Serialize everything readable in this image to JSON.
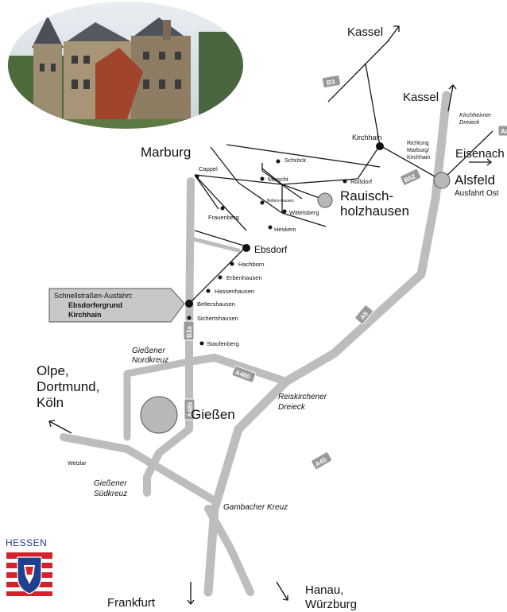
{
  "cities": {
    "marburg": "Marburg",
    "kassel_top": "Kassel",
    "kassel_right": "Kassel",
    "kirchhain": "Kirchhain",
    "alsfeld": "Alsfeld",
    "aufefahrt": "Ausfahrt Ost",
    "eisenach": "Eisenach",
    "rauisch_1": "Rauisch-",
    "rauisch_2": "holzhausen",
    "ebsdorf": "Ebsdorf",
    "giessen": "Gießen",
    "olpe_1": "Olpe,",
    "olpe_2": "Dortmund,",
    "olpe_3": "Köln",
    "frankfurt": "Frankfurt",
    "hanau_1": "Hanau,",
    "hanau_2": "Würzburg"
  },
  "villages": {
    "cappel": "Cappel",
    "schroeck": "Schröck",
    "moischt": "Moischt",
    "rossdorf": "Roßdorf",
    "beltershausen": "Belters-hausen",
    "wittelsberg": "Wittelsberg",
    "frauenberg": "Frauenberg",
    "heskem": "Heskem",
    "hachborn": "Hachborn",
    "erbenhausen": "Erbenhausen",
    "hassenhausen": "Hassenhausen",
    "beltershausen2": "Beltershausen",
    "sichertshausen": "Sichertshausen",
    "staufenberg": "Staufenberg",
    "wetzlar": "Wetzlar",
    "richtung_1": "Richtung",
    "richtung_2": "Marburg/",
    "richtung_3": "Kirchhain"
  },
  "junctions": {
    "kirchheimer_1": "Kirchheimer",
    "kirchheimer_2": "Dreieck",
    "nordkreuz_1": "Gießener",
    "nordkreuz_2": "Nordkreuz",
    "reiskirchen_1": "Reiskirchener",
    "reiskirchen_2": "Dreieck",
    "suedkreuz_1": "Gießener",
    "suedkreuz_2": "Südkreuz",
    "gambach": "Gambacher Kreuz"
  },
  "callout": {
    "line1": "Schnellstraßen-Ausfahrt:",
    "line2": "Ebsdorfergrund",
    "line3": "Kirchhain"
  },
  "roads": {
    "b3": "B3",
    "b62": "B62",
    "b3_south": "B3a",
    "a480": "A480",
    "a485": "A485",
    "a5": "A5",
    "a45": "A45",
    "a4": "A4"
  },
  "logo": {
    "name": "HESSEN"
  },
  "colors": {
    "highway": "#bdbdbd",
    "town": "#b8b8b8",
    "callout": "#c8c8c8",
    "hessen_blue": "#1f3f8f",
    "hessen_red": "#d2232a"
  }
}
